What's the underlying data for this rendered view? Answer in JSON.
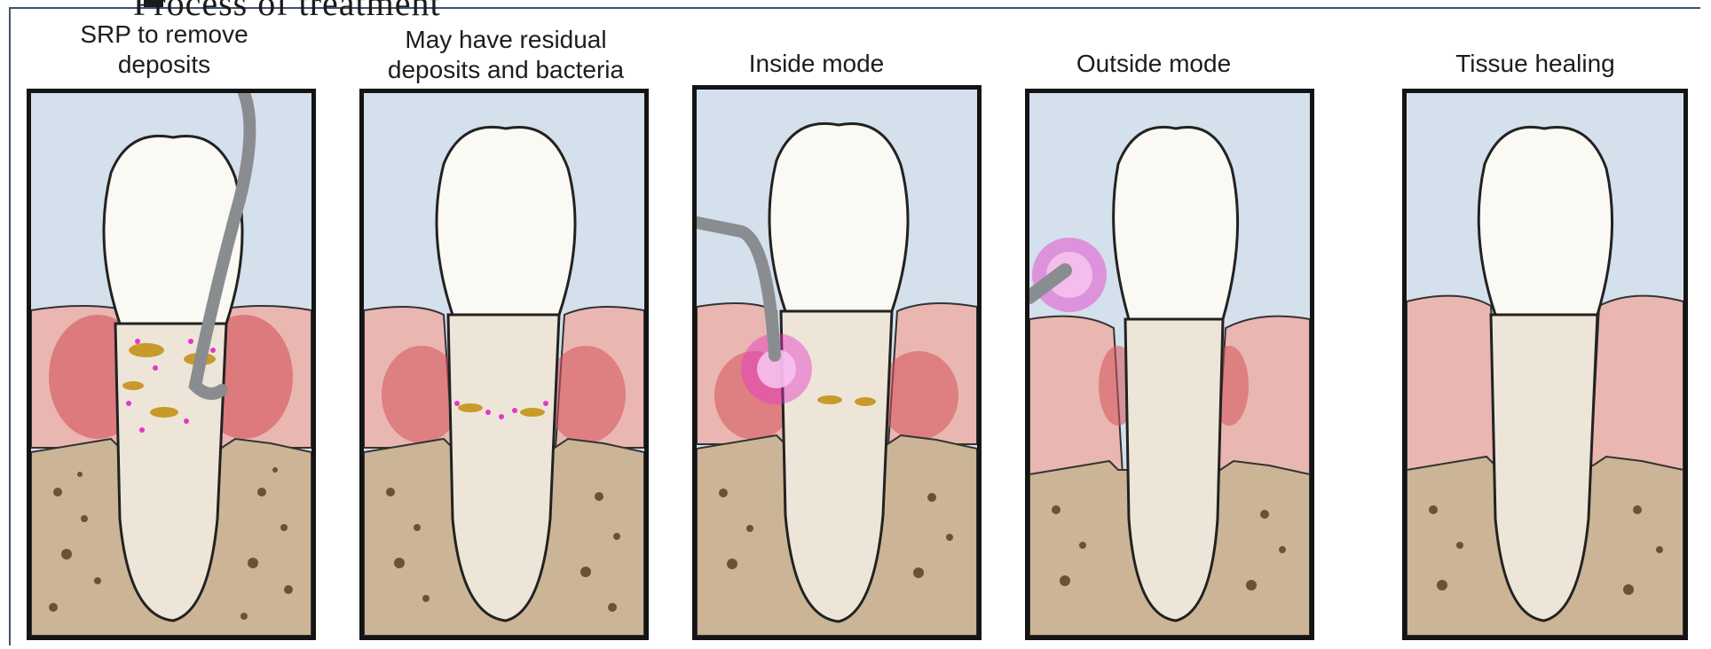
{
  "heading_fragment": "Process of treatment",
  "panels": [
    {
      "caption_line1": "SRP to remove",
      "caption_line2": "deposits"
    },
    {
      "caption_line1": "May have residual",
      "caption_line2": "deposits and bacteria"
    },
    {
      "caption_line1": "Inside mode",
      "caption_line2": ""
    },
    {
      "caption_line1": "Outside mode",
      "caption_line2": ""
    },
    {
      "caption_line1": "Tissue healing",
      "caption_line2": ""
    }
  ],
  "colors": {
    "sky": "#d4e0ec",
    "gum": "#eab6b1",
    "inflammation": "#d4525a",
    "bone": "#cbb596",
    "tooth": "#fbf9f4",
    "root": "#ede6d8",
    "laser": "#e636c8",
    "deposit": "#c89a2a"
  }
}
